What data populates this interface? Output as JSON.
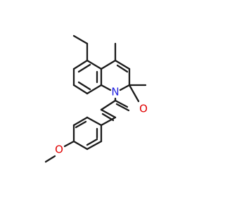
{
  "molecule": {
    "atoms": [
      {
        "id": "n1",
        "label": "N",
        "color": "#2020e0"
      },
      {
        "id": "o1",
        "label": "O",
        "color": "#e00000"
      },
      {
        "id": "o2",
        "label": "O",
        "color": "#e00000"
      }
    ]
  }
}
